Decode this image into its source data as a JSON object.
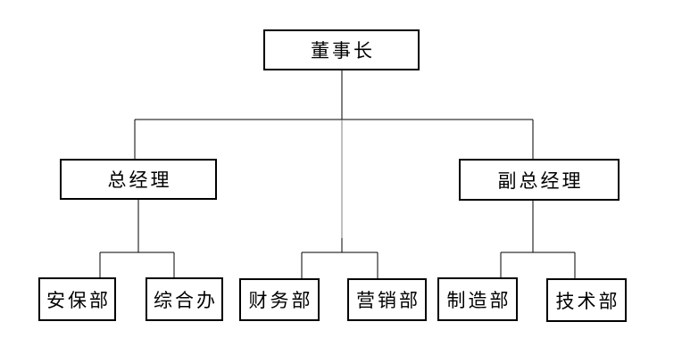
{
  "org_chart": {
    "type": "org-tree",
    "nodes": {
      "chairman": {
        "label": "董事长"
      },
      "general_manager": {
        "label": "总经理"
      },
      "deputy_general_manager": {
        "label": "副总经理"
      },
      "security_dept": {
        "label": "安保部"
      },
      "general_office": {
        "label": "综合办"
      },
      "finance_dept": {
        "label": "财务部"
      },
      "marketing_dept": {
        "label": "营销部"
      },
      "manufacturing_dept": {
        "label": "制造部"
      },
      "technology_dept": {
        "label": "技术部"
      }
    },
    "hierarchy": {
      "root": "chairman",
      "edges": [
        {
          "parent": "chairman",
          "child": "general_manager"
        },
        {
          "parent": "chairman",
          "child": "finance_dept"
        },
        {
          "parent": "chairman",
          "child": "marketing_dept"
        },
        {
          "parent": "chairman",
          "child": "deputy_general_manager"
        },
        {
          "parent": "general_manager",
          "child": "security_dept"
        },
        {
          "parent": "general_manager",
          "child": "general_office"
        },
        {
          "parent": "deputy_general_manager",
          "child": "manufacturing_dept"
        },
        {
          "parent": "deputy_general_manager",
          "child": "technology_dept"
        }
      ]
    },
    "colors": {
      "background": "#ffffff",
      "box_border": "#000000",
      "box_fill": "#ffffff",
      "text": "#000000",
      "connector": "#000000",
      "connector_trunk_gray": "#7f7f7f"
    }
  }
}
